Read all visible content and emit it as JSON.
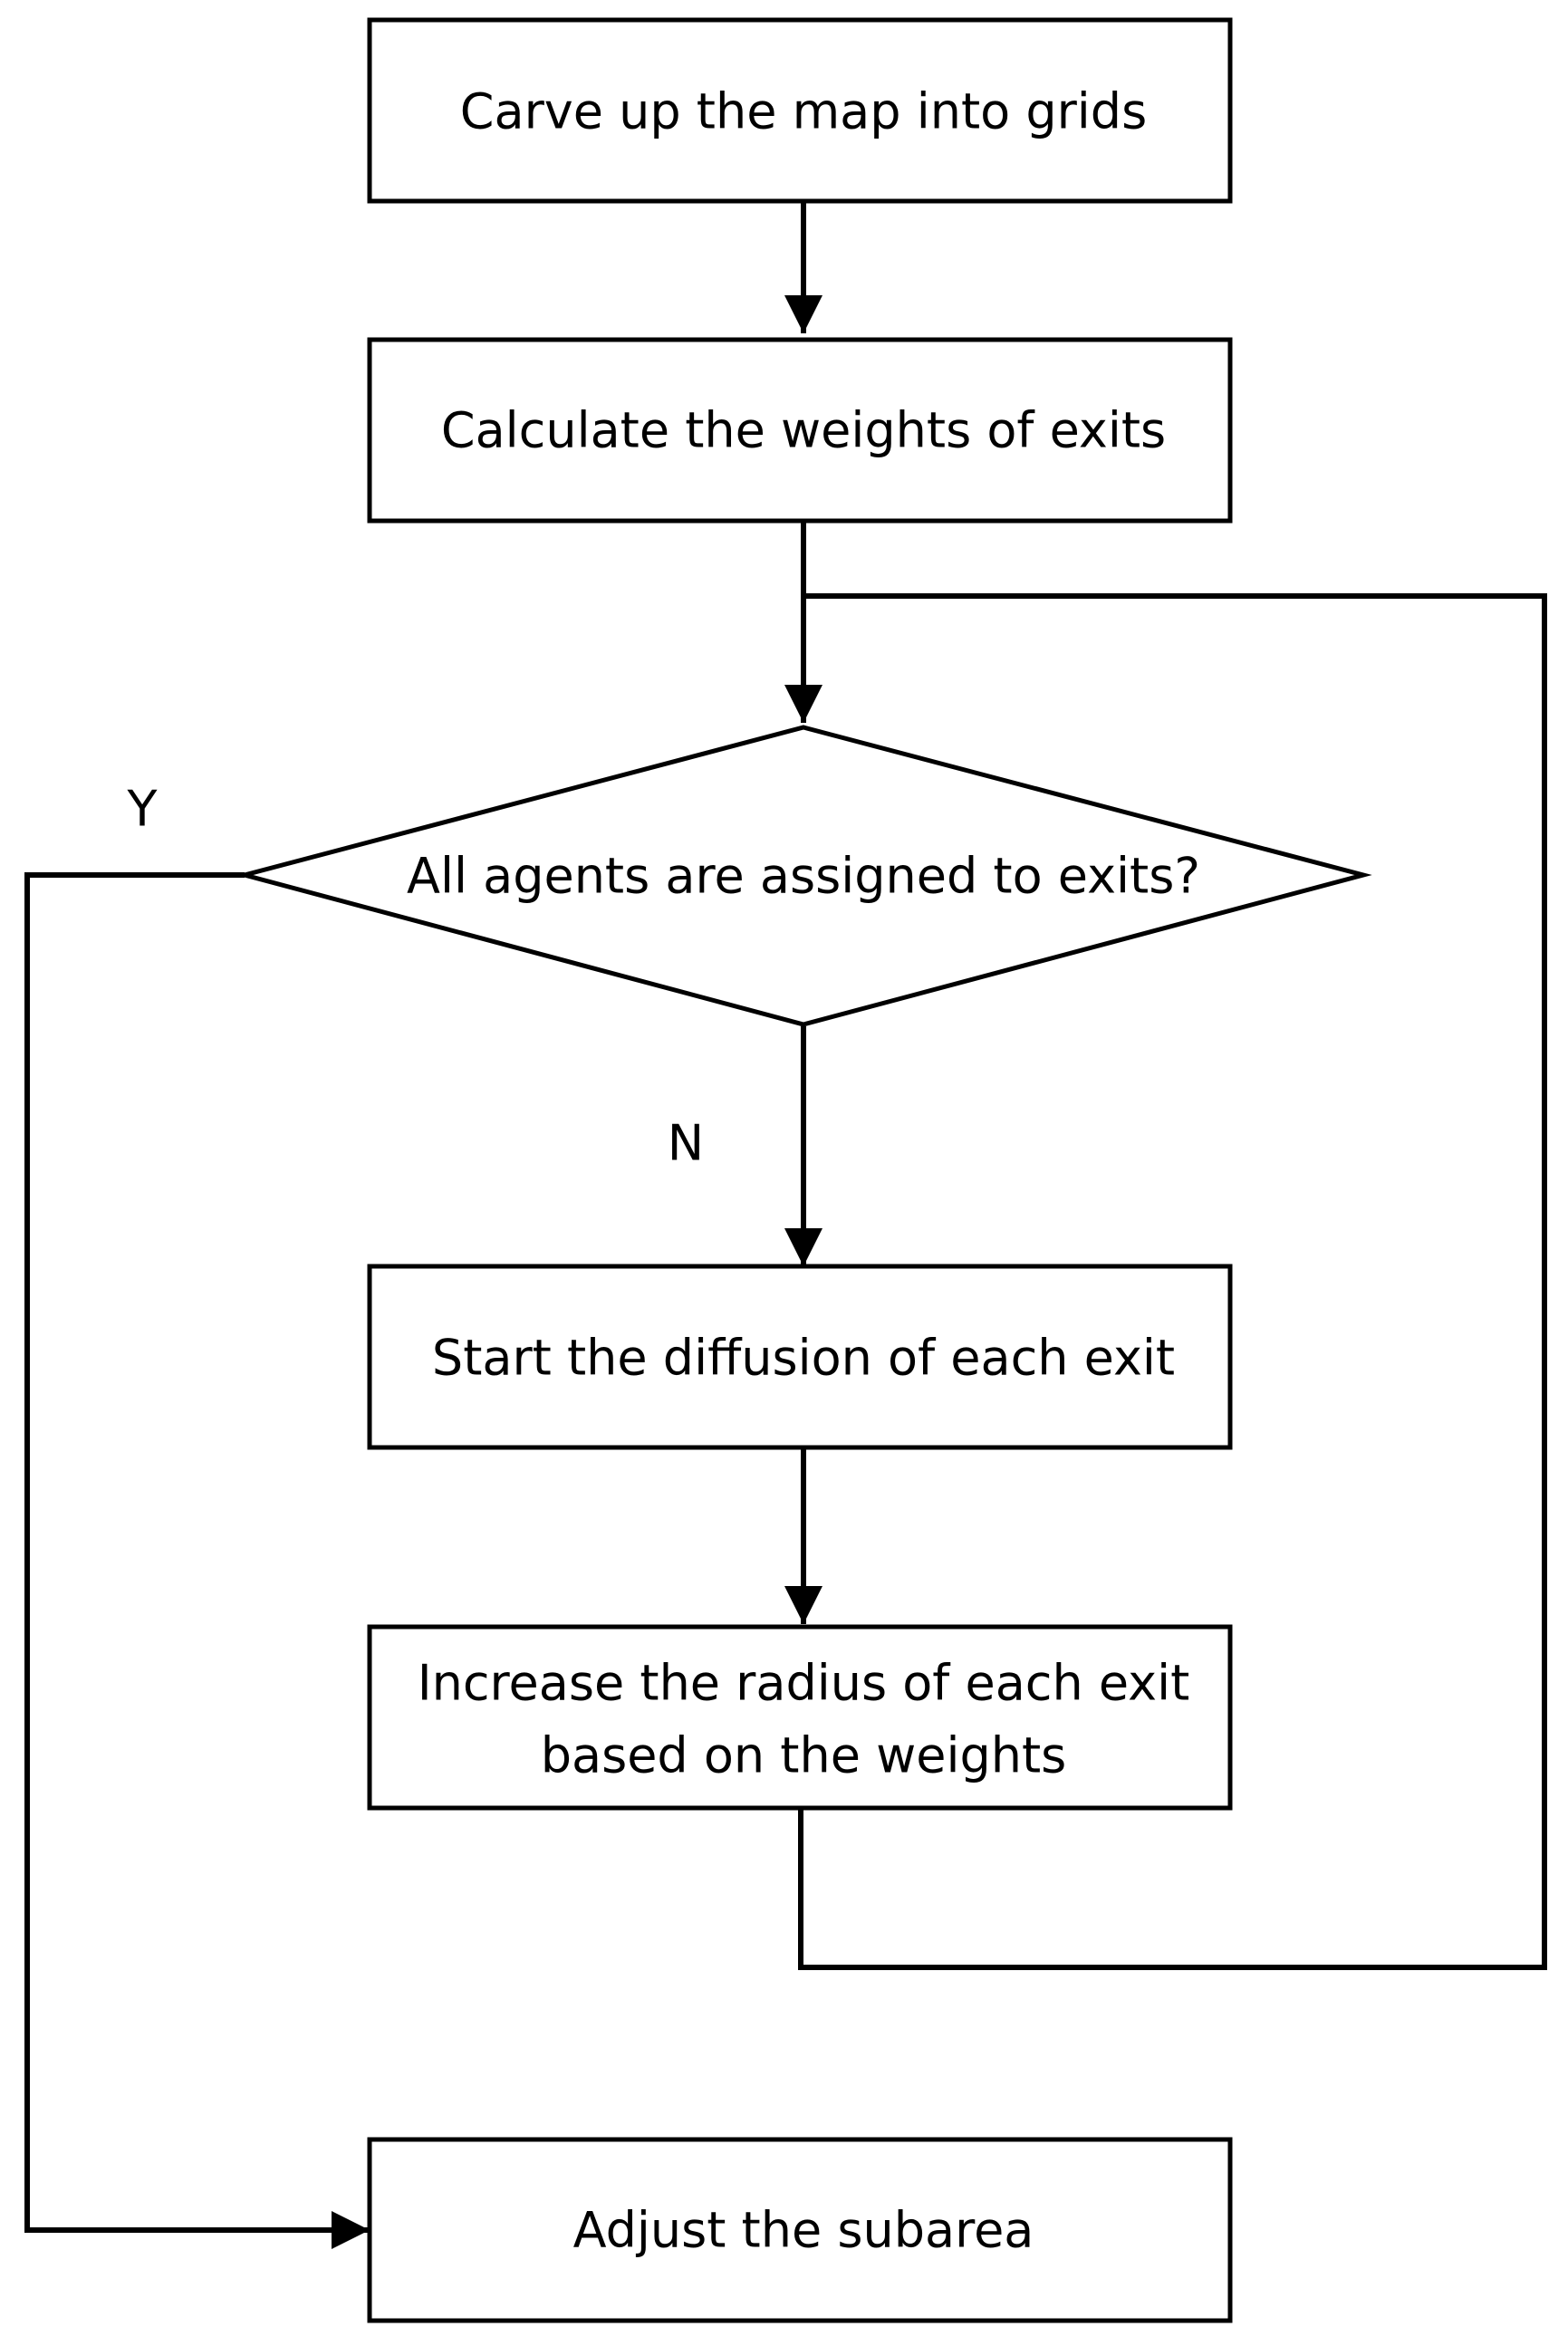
{
  "diagram": {
    "nodes": [
      {
        "id": "carve",
        "shape": "process",
        "lines": [
          "Carve up the map into grids"
        ]
      },
      {
        "id": "weights",
        "shape": "process",
        "lines": [
          "Calculate the weights of exits"
        ]
      },
      {
        "id": "decision",
        "shape": "decision",
        "lines": [
          "All agents are assigned to exits?"
        ]
      },
      {
        "id": "diffusion",
        "shape": "process",
        "lines": [
          "Start the diffusion of each exit"
        ]
      },
      {
        "id": "radius",
        "shape": "process",
        "lines": [
          "Increase the radius of each exit",
          "based on the weights"
        ]
      },
      {
        "id": "adjust",
        "shape": "process",
        "lines": [
          "Adjust the subarea"
        ]
      }
    ],
    "edges": [
      {
        "from": "carve",
        "to": "weights",
        "label": ""
      },
      {
        "from": "weights",
        "to": "decision",
        "label": ""
      },
      {
        "from": "decision",
        "to": "diffusion",
        "label": "N"
      },
      {
        "from": "diffusion",
        "to": "radius",
        "label": ""
      },
      {
        "from": "radius",
        "to": "decision",
        "label": ""
      },
      {
        "from": "decision",
        "to": "adjust",
        "label": "Y"
      }
    ],
    "style": {
      "line_color": "#000000",
      "box_fill": "#ffffff",
      "text_color": "#000000"
    }
  }
}
